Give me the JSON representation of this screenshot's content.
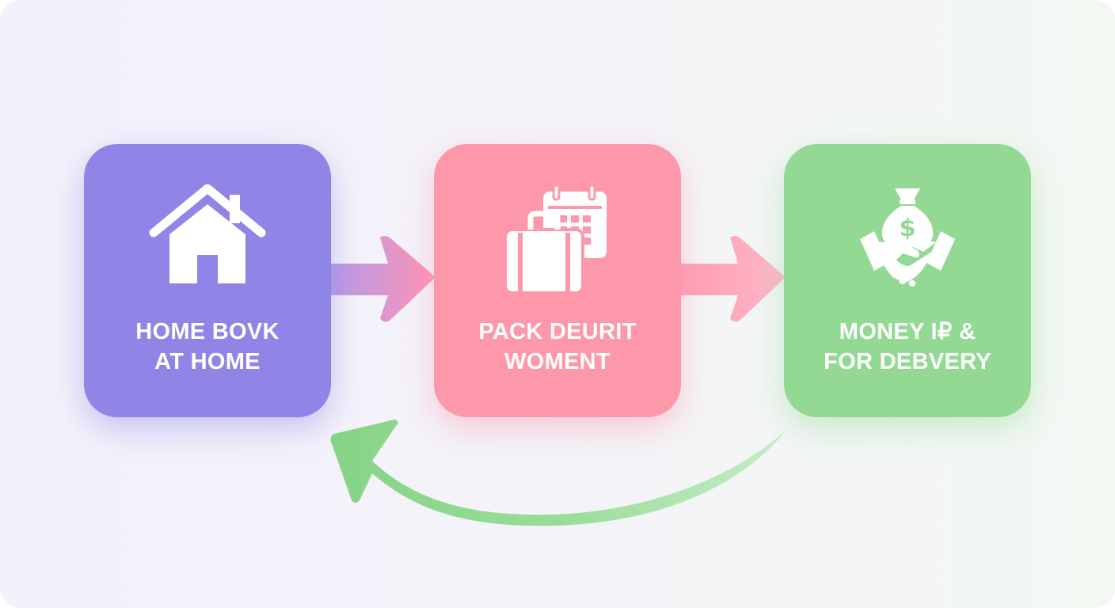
{
  "steps": [
    {
      "id": "home",
      "label_line1": "HOME BOVK",
      "label_line2": "AT HOME",
      "icon": "house-icon",
      "color": "#8f85e6"
    },
    {
      "id": "pack",
      "label_line1": "PACK DEURIT",
      "label_line2": "WOMENT",
      "icon": "suitcase-calendar-icon",
      "color": "#fd97aa"
    },
    {
      "id": "money",
      "label_line1": "MONEY I₽ &",
      "label_line2": "FOR DEBVERY",
      "icon": "money-bag-handshake-icon",
      "color": "#93d993"
    }
  ],
  "connectors": [
    {
      "from": "home",
      "to": "pack",
      "style": "gradient-arrow",
      "colors": [
        "#b59ae8",
        "#ff93b4"
      ]
    },
    {
      "from": "pack",
      "to": "money",
      "style": "gradient-arrow",
      "colors": [
        "#ff9db2",
        "#ffb7c8"
      ]
    },
    {
      "from": "money",
      "to": "home",
      "style": "curved-return-arrow",
      "color": "#8fd88f"
    }
  ],
  "icon_symbols": {
    "dollar": "$"
  }
}
